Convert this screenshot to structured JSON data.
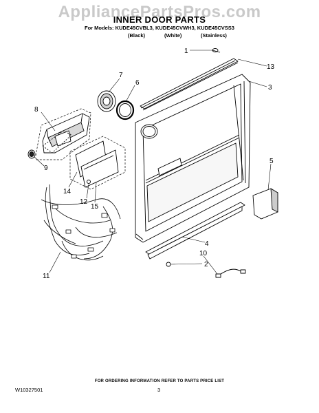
{
  "watermark": "AppliancePartsPros.com",
  "header": {
    "title": "INNER DOOR PARTS",
    "models": "For Models: KUDE45CVBL3, KUDE45CVWH3, KUDE45CVSS3",
    "variants": [
      "(Black)",
      "(White)",
      "(Stainless)"
    ]
  },
  "callouts": [
    "1",
    "13",
    "3",
    "7",
    "6",
    "8",
    "9",
    "14",
    "12",
    "15",
    "5",
    "4",
    "10",
    "2",
    "11"
  ],
  "footer": {
    "note": "FOR ORDERING INFORMATION REFER TO PARTS PRICE LIST",
    "doc_id": "W10327501",
    "page": "3"
  }
}
